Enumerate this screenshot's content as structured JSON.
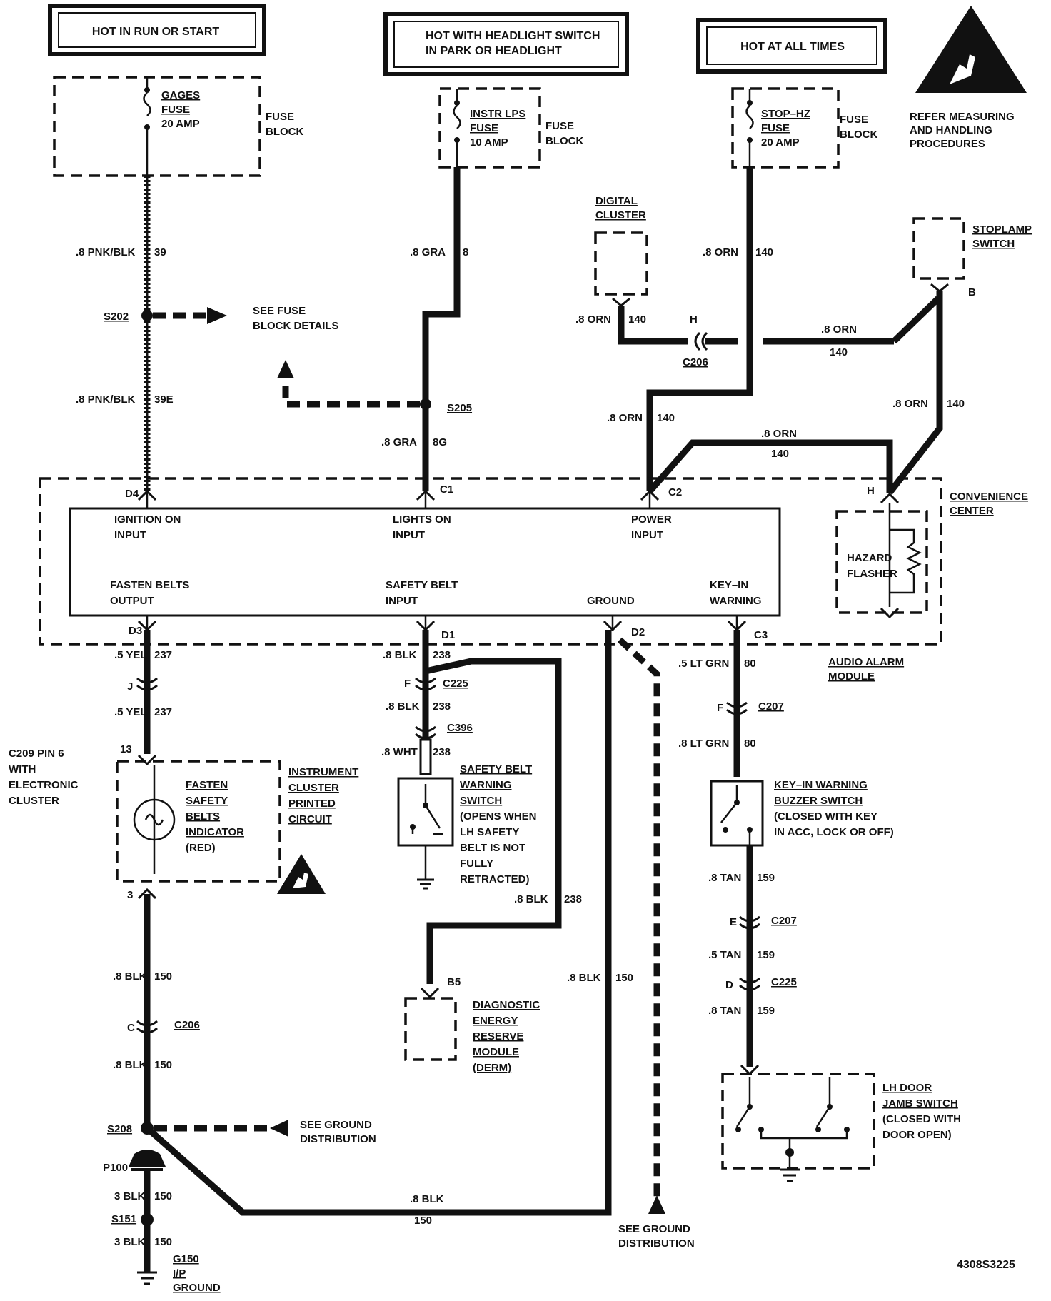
{
  "diagram_id": "4308S3225",
  "supply": {
    "run_start": "HOT IN RUN OR START",
    "headlight_line1": "HOT WITH HEADLIGHT SWITCH",
    "headlight_line2": "IN PARK OR HEADLIGHT",
    "all_times": "HOT AT ALL TIMES"
  },
  "esd_notice": [
    "REFER MEASURING",
    "AND HANDLING",
    "PROCEDURES"
  ],
  "fuses": {
    "gages": [
      "GAGES",
      "FUSE",
      "20 AMP"
    ],
    "instr": [
      "INSTR LPS",
      "FUSE",
      "10 AMP"
    ],
    "stophz": [
      "STOP–HZ",
      "FUSE",
      "20 AMP"
    ],
    "block": [
      "FUSE",
      "BLOCK"
    ]
  },
  "components": {
    "digital_cluster": [
      "DIGITAL",
      "CLUSTER"
    ],
    "stoplamp_switch": [
      "STOPLAMP",
      "SWITCH"
    ],
    "convenience_center": [
      "CONVENIENCE",
      "CENTER"
    ],
    "audio_alarm_module": [
      "AUDIO ALARM",
      "MODULE"
    ],
    "hazard_flasher": [
      "HAZARD",
      "FLASHER"
    ],
    "instrument_cluster": [
      "INSTRUMENT",
      "CLUSTER",
      "PRINTED",
      "CIRCUIT"
    ],
    "fasten_belts_indicator": [
      "FASTEN",
      "SAFETY",
      "BELTS",
      "INDICATOR",
      "(RED)"
    ],
    "c209_note": [
      "C209 PIN 6",
      "WITH",
      "ELECTRONIC",
      "CLUSTER"
    ],
    "safety_belt_switch": [
      "SAFETY BELT",
      "WARNING",
      "SWITCH",
      "(OPENS WHEN",
      "LH SAFETY",
      "BELT IS NOT",
      "FULLY",
      "RETRACTED)"
    ],
    "key_in_switch": [
      "KEY–IN WARNING",
      "BUZZER  SWITCH",
      "(CLOSED WITH KEY",
      "IN ACC, LOCK OR OFF)"
    ],
    "derm": [
      "DIAGNOSTIC",
      "ENERGY",
      "RESERVE",
      "MODULE",
      "(DERM)"
    ],
    "door_jamb_switch": [
      "LH DOOR",
      "JAMB SWITCH",
      "(CLOSED WITH",
      "DOOR OPEN)"
    ],
    "g150": [
      "G150",
      "I/P",
      "GROUND"
    ]
  },
  "module_io": {
    "ignition_on": [
      "IGNITION ON",
      "INPUT"
    ],
    "lights_on": [
      "LIGHTS ON",
      "INPUT"
    ],
    "power": [
      "POWER",
      "INPUT"
    ],
    "fasten_belts": [
      "FASTEN BELTS",
      "OUTPUT"
    ],
    "safety_belt": [
      "SAFETY BELT",
      "INPUT"
    ],
    "ground": "GROUND",
    "key_in": [
      "KEY–IN",
      "WARNING"
    ]
  },
  "notes": {
    "see_fuse_block": [
      "SEE FUSE",
      "BLOCK DETAILS"
    ],
    "see_ground": [
      "SEE GROUND",
      "DISTRIBUTION"
    ]
  },
  "splices": {
    "s202": "S202",
    "s205": "S205",
    "s208": "S208",
    "s151": "S151",
    "p100": "P100"
  },
  "connectors": {
    "c206": "C206",
    "c225": "C225",
    "c396": "C396",
    "c207": "C207",
    "d4": "D4",
    "c1": "C1",
    "c2": "C2",
    "h": "H",
    "d3": "D3",
    "d1": "D1",
    "d2": "D2",
    "c3": "C3",
    "b": "B",
    "b5": "B5",
    "j": "J",
    "f": "F",
    "e": "E",
    "d": "D",
    "c": "C",
    "p13": "13",
    "p3": "3"
  },
  "wires": {
    "pnkblk": ".8 PNK/BLK",
    "c39": "39",
    "c39e": "39E",
    "gra": ".8 GRA",
    "c8": "8",
    "c8g": "8G",
    "orn": ".8 ORN",
    "c140": "140",
    "yel": ".5 YEL",
    "c237": "237",
    "blk8": ".8 BLK",
    "c238": "238",
    "wht": ".8 WHT",
    "c150": "150",
    "blk3": "3 BLK",
    "ltgrn5": ".5 LT GRN",
    "ltgrn8": ".8 LT GRN",
    "c80": "80",
    "tan8": ".8 TAN",
    "tan5": ".5 TAN",
    "c159": "159"
  }
}
